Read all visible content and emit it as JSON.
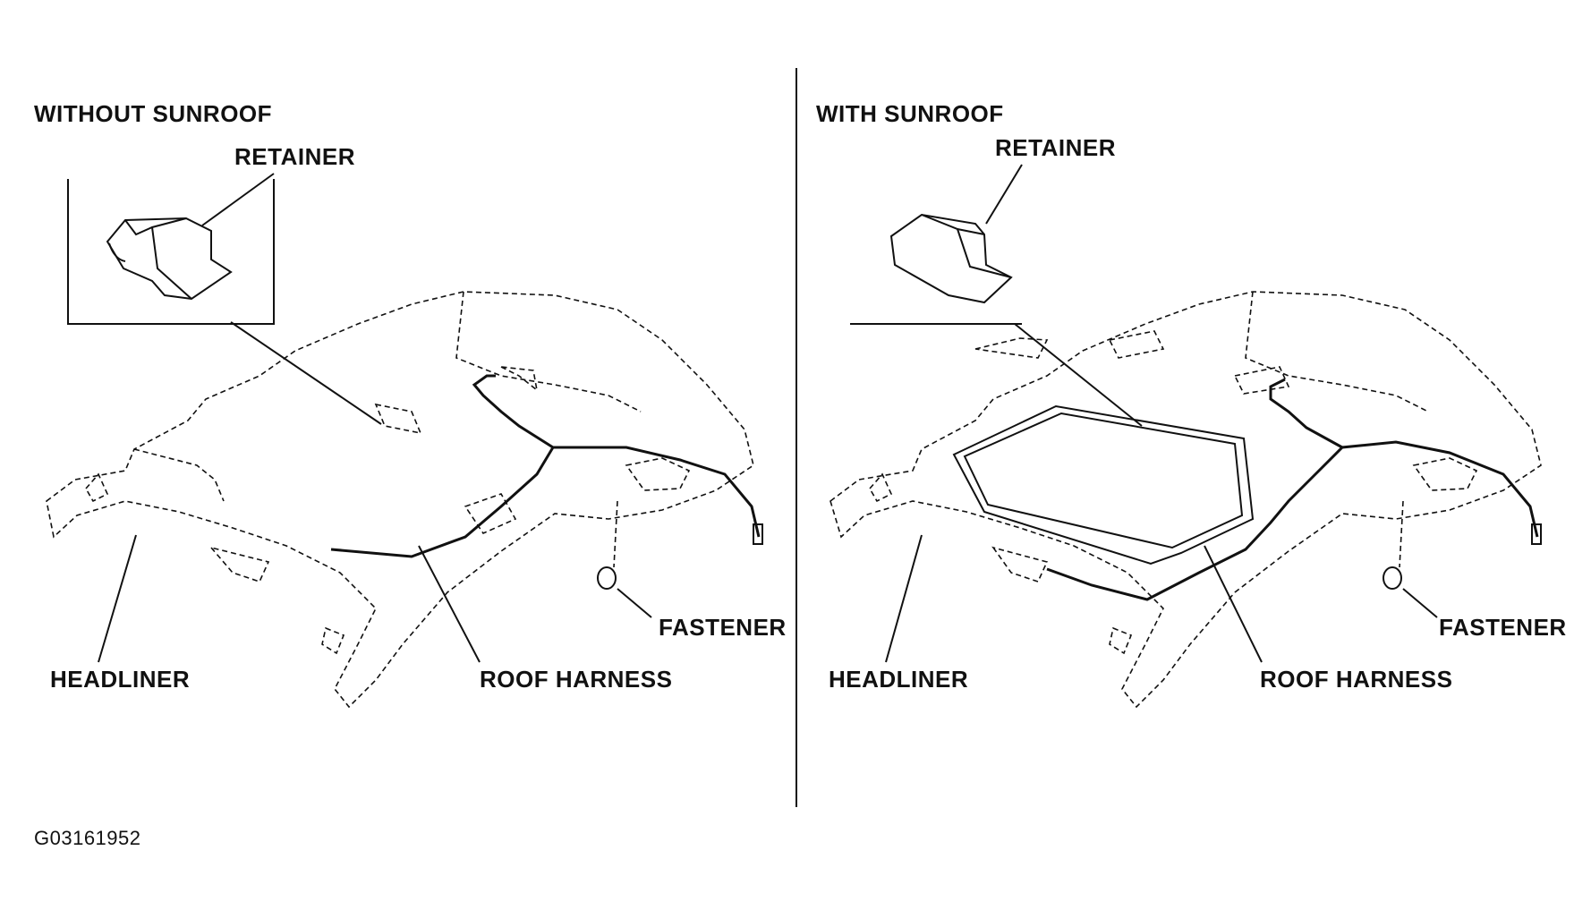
{
  "left_panel": {
    "title": "WITHOUT SUNROOF",
    "retainer": "RETAINER",
    "headliner": "HEADLINER",
    "roof_harness": "ROOF HARNESS",
    "fastener": "FASTENER"
  },
  "right_panel": {
    "title": "WITH SUNROOF",
    "retainer": "RETAINER",
    "headliner": "HEADLINER",
    "roof_harness": "ROOF HARNESS",
    "fastener": "FASTENER"
  },
  "figure_code": "G03161952"
}
